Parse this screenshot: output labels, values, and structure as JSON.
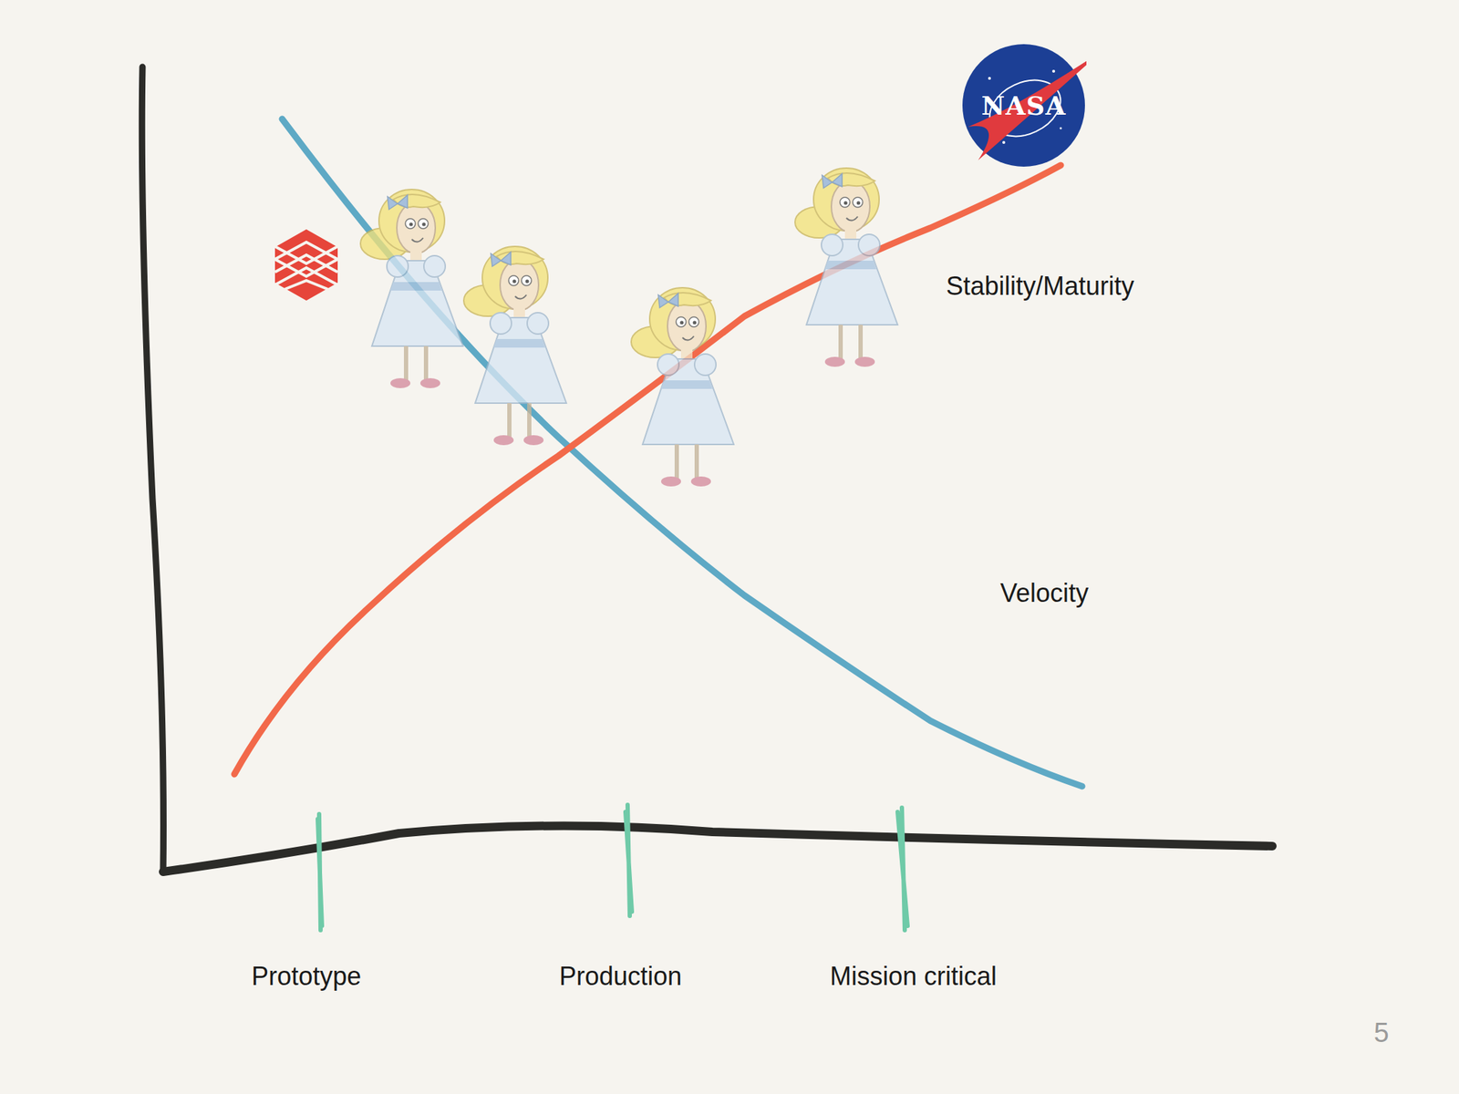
{
  "diagram": {
    "nodes": [
      {
        "text": [
          "NASA"
        ]
      }
    ],
    "labels": [
      "Stability/Maturity",
      "Velocity",
      "Prototype",
      "Production",
      "Mission critical",
      "5"
    ]
  }
}
